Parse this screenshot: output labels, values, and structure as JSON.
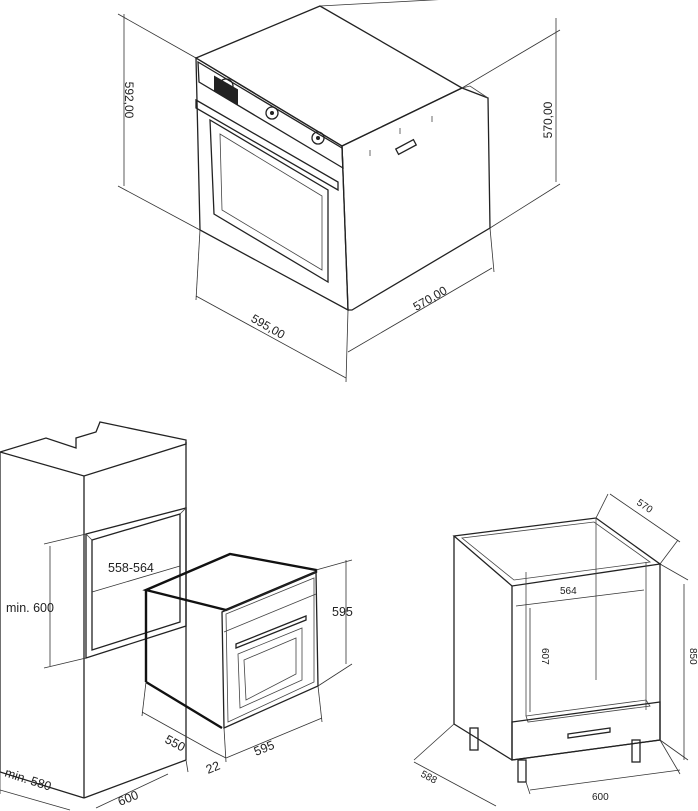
{
  "oven_iso": {
    "height": "592,00",
    "depth_right": "570,00",
    "width": "595,00",
    "depth_bottom": "570,00"
  },
  "tall_cabinet": {
    "niche_width": "558-564",
    "niche_height": "min. 600",
    "depth": "min. 580",
    "width": "600"
  },
  "oven_insert": {
    "height": "595",
    "depth": "550",
    "door_offset": "22",
    "width": "595"
  },
  "base_cabinet": {
    "top_depth": "570",
    "inner_width": "564",
    "inner_height": "607",
    "height": "850",
    "side_depth": "588",
    "width": "600"
  }
}
